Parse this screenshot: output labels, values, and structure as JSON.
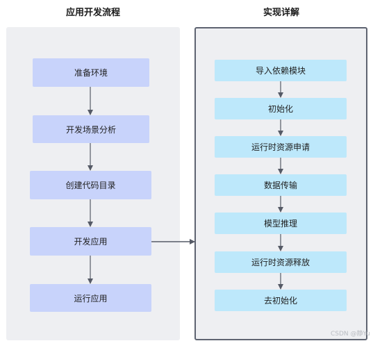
{
  "left_column": {
    "title": "应用开发流程",
    "steps": [
      "准备环境",
      "开发场景分析",
      "创建代码目录",
      "开发应用",
      "运行应用"
    ]
  },
  "right_column": {
    "title": "实现详解",
    "steps": [
      "导入依赖模块",
      "初始化",
      "运行时资源申请",
      "数据传输",
      "模型推理",
      "运行时资源释放",
      "去初始化"
    ]
  },
  "watermark": "CSDN @静Yu",
  "colors": {
    "panel_background": "#eeeff2",
    "left_box": "#c8d3fb",
    "right_box": "#bde8fb",
    "right_panel_border": "#5d6370",
    "arrow": "#555a66"
  }
}
